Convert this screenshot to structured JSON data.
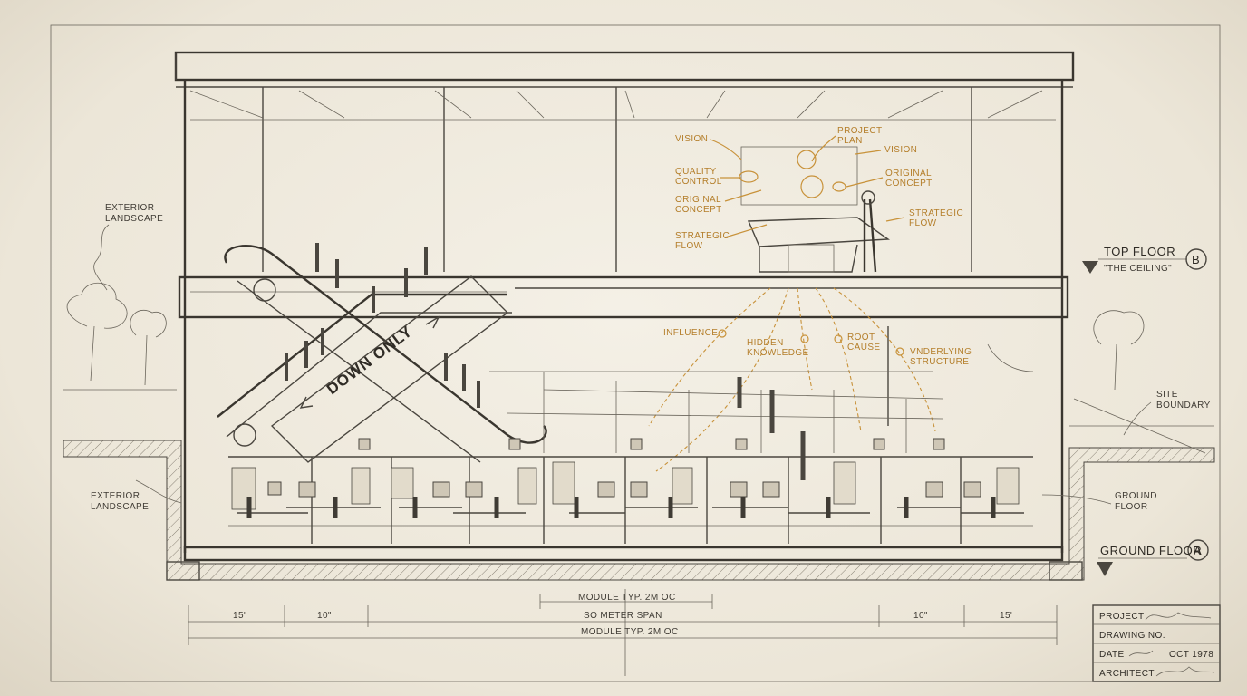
{
  "escalator": {
    "sign": "DOWN ONLY"
  },
  "labels_left": {
    "exterior_upper": [
      "EXTERIOR",
      "LANDSCAPE"
    ],
    "exterior_lower": [
      "EXTERIOR",
      "LANDSCAPE"
    ]
  },
  "labels_right": {
    "site_boundary": [
      "SITE",
      "BOUNDARY"
    ],
    "ground_floor_note": [
      "GROUND",
      "FLOOR"
    ]
  },
  "levels": {
    "top": {
      "title": "TOP FLOOR",
      "subtitle": "\"THE CEILING\"",
      "marker": "B"
    },
    "ground": {
      "title": "GROUND FLOOR",
      "marker": "A"
    }
  },
  "board_labels": {
    "vision_left": "VISION",
    "project_plan": [
      "PROJECT",
      "PLAN"
    ],
    "vision_right": "VISION",
    "quality_control": [
      "QUALITY",
      "CONTROL"
    ],
    "original_concept_left": [
      "ORIGINAL",
      "CONCEPT"
    ],
    "original_concept_right": [
      "ORIGINAL",
      "CONCEPT"
    ],
    "strategic_flow_left": [
      "STRATEGIC",
      "FLOW"
    ],
    "strategic_flow_right": [
      "STRATEGIC",
      "FLOW"
    ]
  },
  "flow_labels": {
    "influence": "INFLUENCE",
    "hidden_knowledge": [
      "HIDDEN",
      "KNOWLEDGE"
    ],
    "root_cause": [
      "ROOT",
      "CAUSE"
    ],
    "underlying_structure": [
      "VNDERLYING",
      "STRUCTURE"
    ]
  },
  "dimensions": {
    "module_top": "MODULE TYP. 2M OC",
    "span": "SO METER SPAN",
    "module_bottom": "MODULE TYP. 2M OC",
    "left_1": "15'",
    "left_2": "10\"",
    "right_1": "10\"",
    "right_2": "15'"
  },
  "title_block": {
    "project": "PROJECT",
    "drawing_no": "DRAWING NO.",
    "date": "DATE",
    "date_value": "OCT 1978",
    "architect": "ARCHITECT"
  }
}
